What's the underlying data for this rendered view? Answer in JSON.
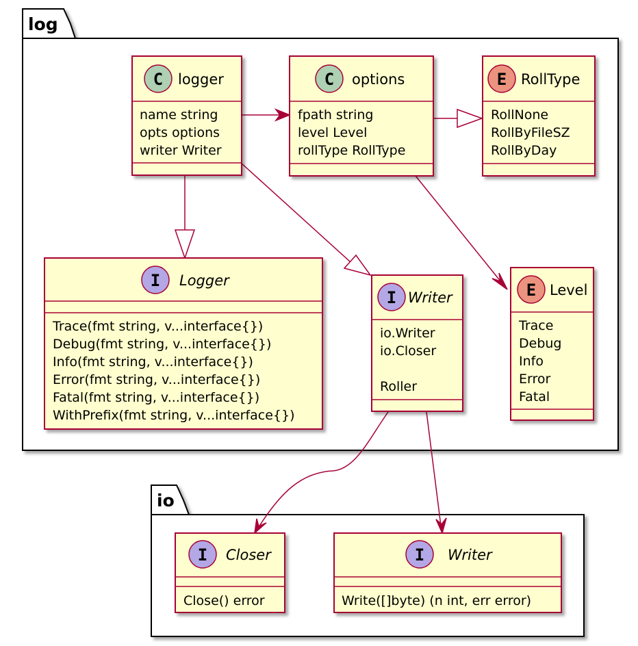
{
  "colors": {
    "class_fill": "#FEFECE",
    "class_border": "#A80036",
    "badge_class": "#ADD1B2",
    "badge_enum": "#EB937F",
    "badge_interface": "#B4A7E5",
    "arrow": "#A80036",
    "package_border": "#000000"
  },
  "packages": {
    "log": {
      "name": "log"
    },
    "io": {
      "name": "io"
    }
  },
  "classes": {
    "logger": {
      "badge": "C",
      "name": "logger",
      "italic": false,
      "fields": [
        "name string",
        "opts options",
        "writer Writer"
      ]
    },
    "options": {
      "badge": "C",
      "name": "options",
      "italic": false,
      "fields": [
        "fpath string",
        "level Level",
        "rollType RollType"
      ]
    },
    "rolltype": {
      "badge": "E",
      "name": "RollType",
      "italic": false,
      "fields": [
        "RollNone",
        "RollByFileSZ",
        "RollByDay"
      ]
    },
    "logger_iface": {
      "badge": "I",
      "name": "Logger",
      "italic": true,
      "methods": [
        "Trace(fmt string, v...interface{})",
        "Debug(fmt string, v...interface{})",
        "Info(fmt string, v...interface{})",
        "Error(fmt string, v...interface{})",
        "Fatal(fmt string, v...interface{})",
        "WithPrefix(fmt string, v...interface{})"
      ]
    },
    "writer_iface": {
      "badge": "I",
      "name": "Writer",
      "italic": true,
      "fields": [
        "io.Writer",
        "io.Closer",
        "",
        "Roller"
      ]
    },
    "level": {
      "badge": "E",
      "name": "Level",
      "italic": false,
      "fields": [
        "Trace",
        "Debug",
        "Info",
        "Error",
        "Fatal"
      ]
    },
    "closer": {
      "badge": "I",
      "name": "Closer",
      "italic": true,
      "methods": [
        "Close() error"
      ]
    },
    "io_writer": {
      "badge": "I",
      "name": "Writer",
      "italic": true,
      "methods": [
        "Write([]byte) (n int, err error)"
      ]
    }
  },
  "relations": [
    {
      "from": "logger",
      "to": "options",
      "kind": "association"
    },
    {
      "from": "options",
      "to": "rolltype",
      "kind": "inheritance"
    },
    {
      "from": "logger",
      "to": "logger_iface",
      "kind": "inheritance"
    },
    {
      "from": "logger",
      "to": "writer_iface",
      "kind": "inheritance"
    },
    {
      "from": "options",
      "to": "level",
      "kind": "association"
    },
    {
      "from": "writer_iface",
      "to": "closer",
      "kind": "association"
    },
    {
      "from": "writer_iface",
      "to": "io_writer",
      "kind": "association"
    }
  ]
}
